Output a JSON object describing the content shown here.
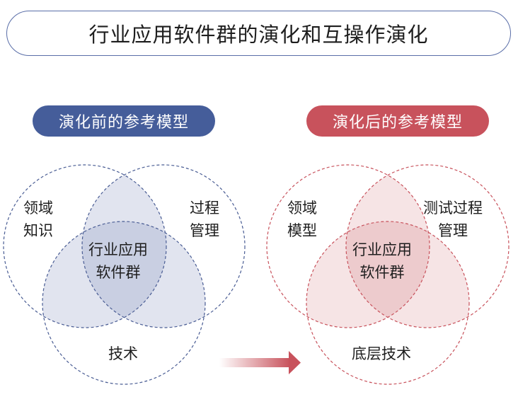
{
  "title": "行业应用软件群的演化和互操作演化",
  "before": {
    "label": "演化前的参考模型",
    "color": "#455d9a",
    "circles": {
      "top_left": [
        "领域",
        "知识"
      ],
      "top_right": [
        "过程",
        "管理"
      ],
      "bottom": "技术",
      "center": [
        "行业应用",
        "软件群"
      ]
    }
  },
  "after": {
    "label": "演化后的参考模型",
    "color": "#c8525c",
    "circles": {
      "top_left": [
        "领域",
        "模型"
      ],
      "top_right": [
        "测试过程",
        "管理"
      ],
      "bottom": "底层技术",
      "center": [
        "行业应用",
        "软件群"
      ]
    }
  },
  "arrow": {
    "direction": "right",
    "color": "#c8525c"
  }
}
